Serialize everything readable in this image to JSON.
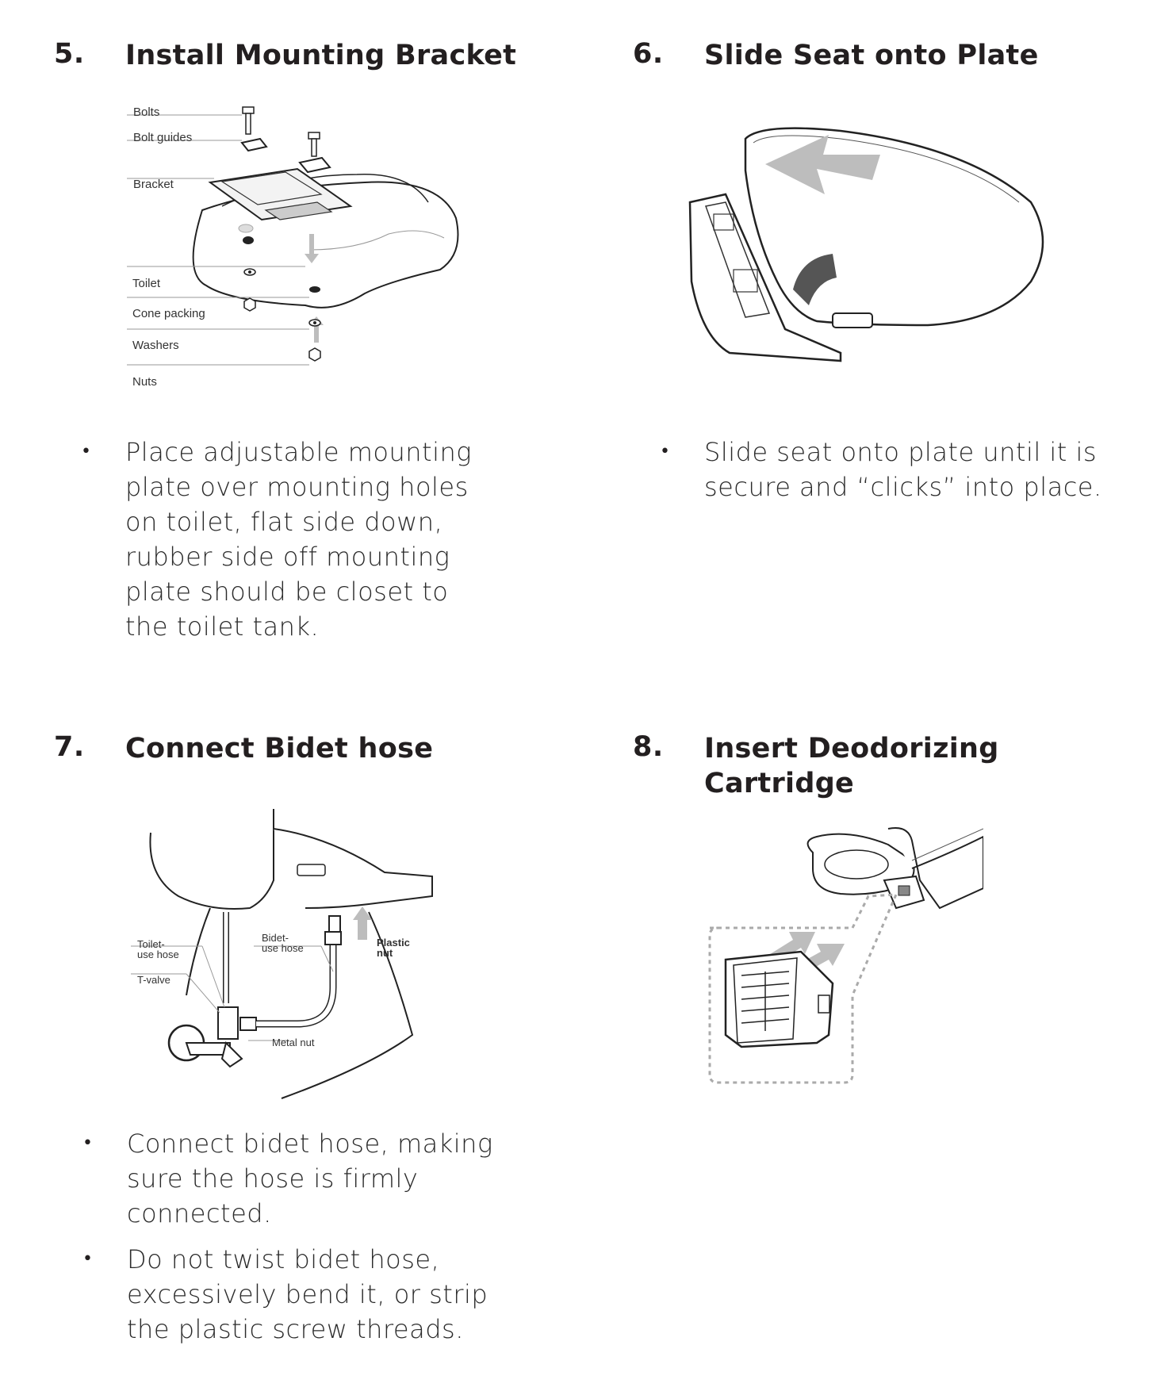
{
  "steps": [
    {
      "number": "5.",
      "title": "Install Mounting Bracket",
      "labels": [
        "Bolts",
        "Bolt guides",
        "Bracket",
        "Toilet",
        "Cone packing",
        "Washers",
        "Nuts"
      ],
      "bullets": [
        "Place adjustable mounting plate over mounting holes on toilet, flat side down, rubber side off mounting plate should be closet to the toilet tank."
      ]
    },
    {
      "number": "6.",
      "title": "Slide Seat onto Plate",
      "bullets": [
        "Slide seat onto plate until it is secure and “clicks” into place."
      ]
    },
    {
      "number": "7.",
      "title": "Connect Bidet hose",
      "labels": [
        "Toilet-",
        "use hose",
        "T-valve",
        "Bidet-",
        "use hose",
        "Plastic",
        "nut",
        "Metal nut"
      ],
      "bullets": [
        "Connect bidet hose, making sure the hose is firmly connected.",
        "Do not twist bidet hose, excessively bend it, or strip the plastic screw threads."
      ]
    },
    {
      "number": "8.",
      "title_line1": "Insert Deodorizing",
      "title_line2": "Cartridge"
    }
  ],
  "colors": {
    "text": "#231f20",
    "arrow": "#bdbdbd",
    "line": "#222222"
  }
}
